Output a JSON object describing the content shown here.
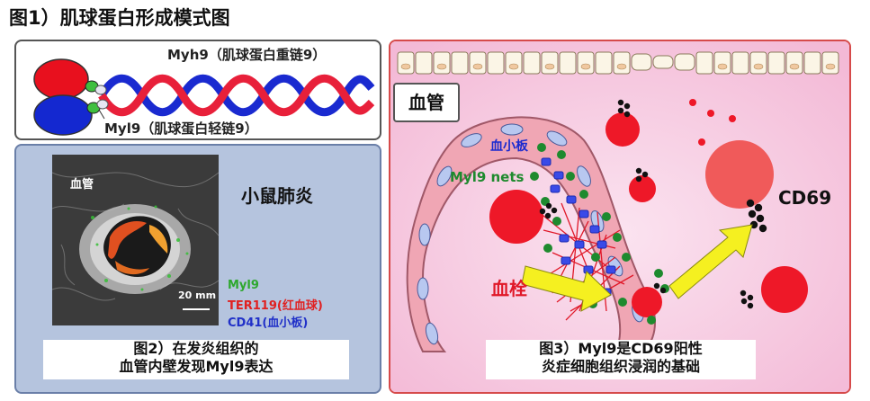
{
  "figure_title": "图1）肌球蛋白形成模式图",
  "panel1": {
    "heavy_chain_label": "Myh9（肌球蛋白重链9）",
    "light_chain_label": "Myl9（肌球蛋白轻链9）"
  },
  "panel2": {
    "micrograph_label": "血管",
    "model_label": "小鼠肺炎",
    "scale_bar": "20 mm",
    "legend": [
      {
        "text": "Myl9",
        "color": "#2ea82e"
      },
      {
        "text": "TER119(红血球)",
        "color": "#e02020"
      },
      {
        "text": "CD41(血小板)",
        "color": "#2030c8"
      }
    ],
    "caption_line1": "图2）在发炎组织的",
    "caption_line2": "血管内壁发现Myl9表达"
  },
  "panel3": {
    "vessel_label": "血管",
    "platelet_label": "血小板",
    "nets_label": "Myl9 nets",
    "thrombus_label": "血栓",
    "receptor_label": "CD69",
    "caption_line1": "图3）Myl9是CD69阳性",
    "caption_line2": "炎症细胞组织浸润的基础"
  },
  "colors": {
    "panel2_bg": "#b5c4de",
    "panel3_border": "#d64a4a",
    "red_cell": "#ff2a4a",
    "blue_protein": "#1a2ad0",
    "green_myl9": "#1e8a2e",
    "arrow_yellow": "#f5f020"
  }
}
